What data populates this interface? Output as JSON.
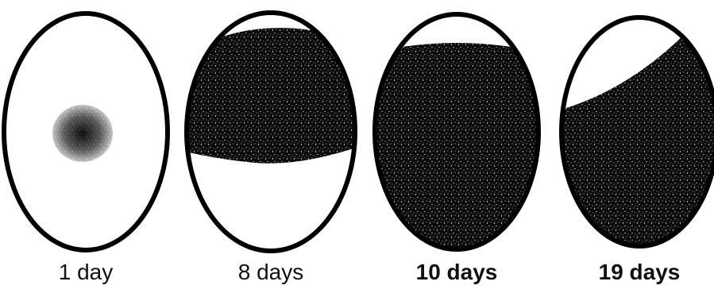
{
  "eggs": [
    {
      "label": "1 day",
      "bold": false,
      "stage": "central-spot"
    },
    {
      "label": "8 days",
      "bold": false,
      "stage": "upper-dark"
    },
    {
      "label": "10 days",
      "bold": true,
      "stage": "mostly-dark"
    },
    {
      "label": "19 days",
      "bold": true,
      "stage": "dark-diagonal-aircell"
    }
  ],
  "colors": {
    "background": "#ffffff",
    "outline": "#000000",
    "fill_dark": "#0b0b0b",
    "speckle": "#ffffff",
    "label": "#111111"
  }
}
